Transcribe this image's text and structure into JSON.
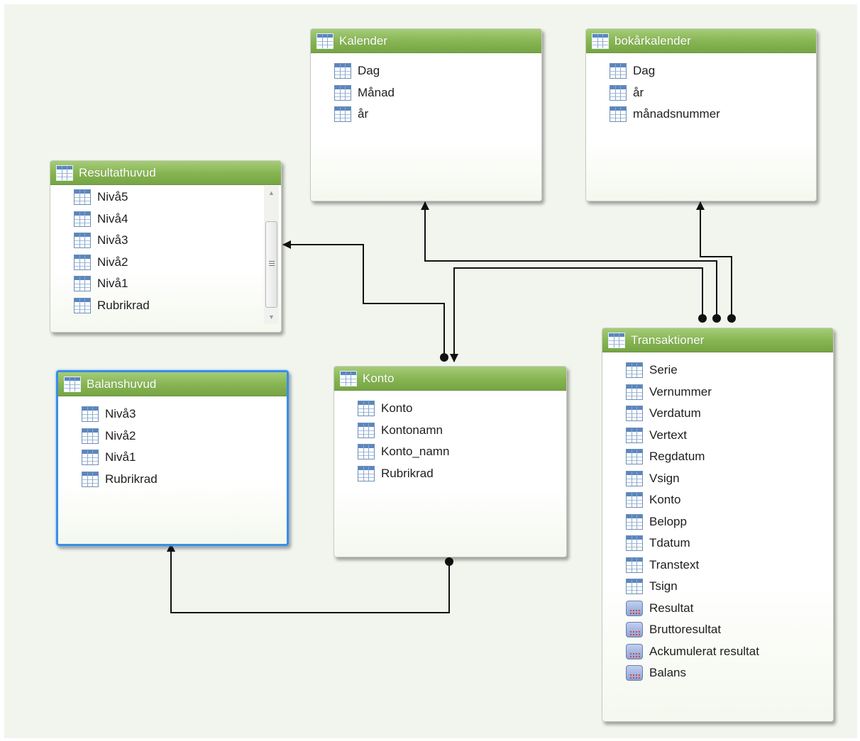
{
  "tables": {
    "kalender": {
      "title": "Kalender",
      "columns": [
        "Dag",
        "Månad",
        "år"
      ]
    },
    "bokarkalender": {
      "title": "bokårkalender",
      "columns": [
        "Dag",
        "år",
        "månadsnummer"
      ]
    },
    "resultathuvud": {
      "title": "Resultathuvud",
      "columns": [
        "Nivå5",
        "Nivå4",
        "Nivå3",
        "Nivå2",
        "Nivå1",
        "Rubrikrad"
      ]
    },
    "balanshuvud": {
      "title": "Balanshuvud",
      "columns": [
        "Nivå3",
        "Nivå2",
        "Nivå1",
        "Rubrikrad"
      ],
      "selected": true
    },
    "konto": {
      "title": "Konto",
      "columns": [
        "Konto",
        "Kontonamn",
        "Konto_namn",
        "Rubrikrad"
      ]
    },
    "transaktioner": {
      "title": "Transaktioner",
      "columns": [
        "Serie",
        "Vernummer",
        "Verdatum",
        "Vertext",
        "Regdatum",
        "Vsign",
        "Konto",
        "Belopp",
        "Tdatum",
        "Transtext",
        "Tsign"
      ],
      "measures": [
        "Resultat",
        "Bruttoresultat",
        "Ackumulerat resultat",
        "Balans"
      ]
    }
  },
  "relationships": [
    {
      "from": "transaktioner",
      "to": "kalender"
    },
    {
      "from": "transaktioner",
      "to": "bokarkalender"
    },
    {
      "from": "transaktioner",
      "to": "konto"
    },
    {
      "from": "konto",
      "to": "resultathuvud"
    },
    {
      "from": "konto",
      "to": "balanshuvud"
    }
  ],
  "colors": {
    "header_green": "#85b451",
    "selected_border": "#3a8ee6",
    "canvas": "#f2f5ee",
    "connector": "#111111"
  },
  "icons": {
    "column": "table-column-icon",
    "measure": "calculator-icon",
    "header": "table-icon"
  }
}
